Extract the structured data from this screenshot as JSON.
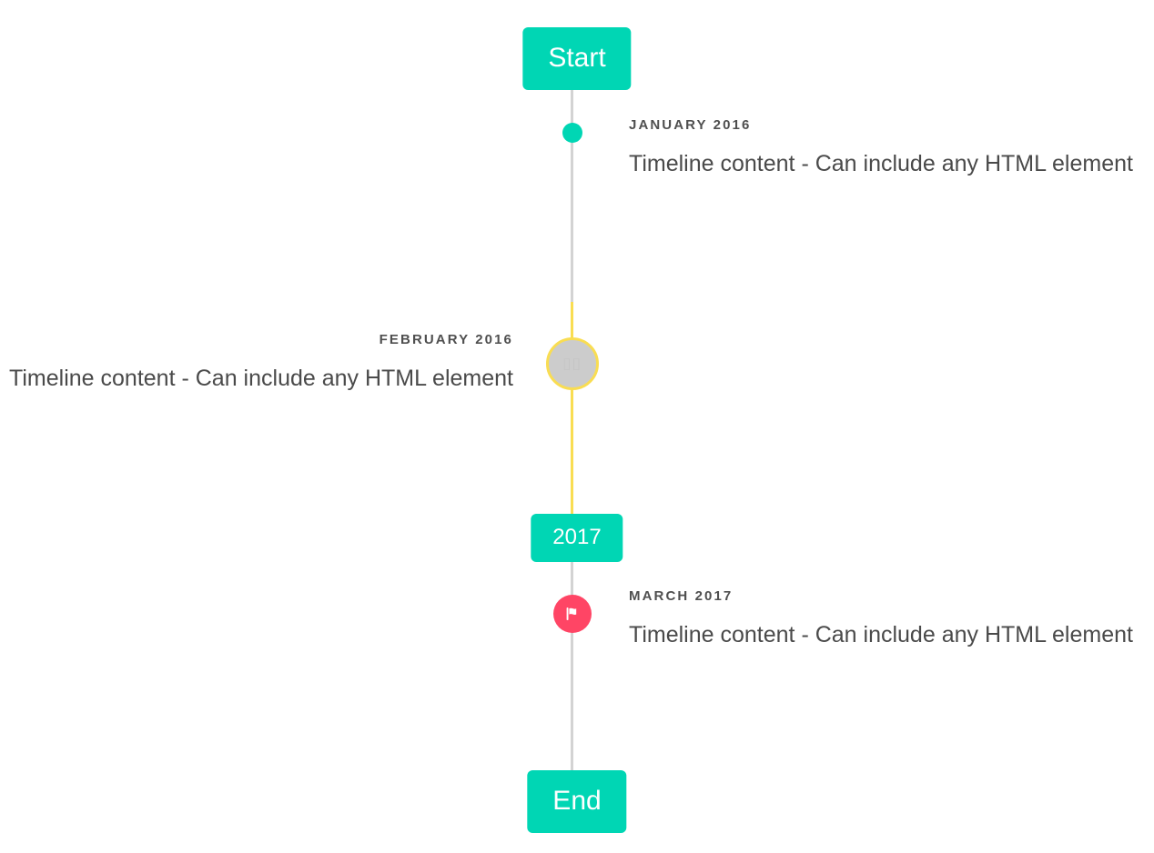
{
  "timeline": {
    "start_cap": {
      "label": "Start",
      "color": "#00d6b4"
    },
    "mid_cap": {
      "label": "2017",
      "color": "#00d6b4"
    },
    "end_cap": {
      "label": "End",
      "color": "#00d6b4"
    },
    "rail_color": "#d3d3d3",
    "rail_highlight_color": "#f9dd52",
    "events": [
      {
        "date": "JANUARY 2016",
        "content": "Timeline content - Can include any HTML element",
        "side": "right",
        "marker": "dot",
        "marker_icon": "filled-circle-icon",
        "marker_color": "#00d6b4"
      },
      {
        "date": "FEBRUARY 2016",
        "content": "Timeline content - Can include any HTML element",
        "side": "left",
        "marker": "ring",
        "marker_icon": "missing-glyph-icon",
        "marker_glyph": "▯▯",
        "marker_color": "#cccccc",
        "marker_border_color": "#f9dd52"
      },
      {
        "date": "MARCH 2017",
        "content": "Timeline content - Can include any HTML element",
        "side": "right",
        "marker": "flag",
        "marker_icon": "flag-icon",
        "marker_color": "#ff4565"
      }
    ]
  }
}
